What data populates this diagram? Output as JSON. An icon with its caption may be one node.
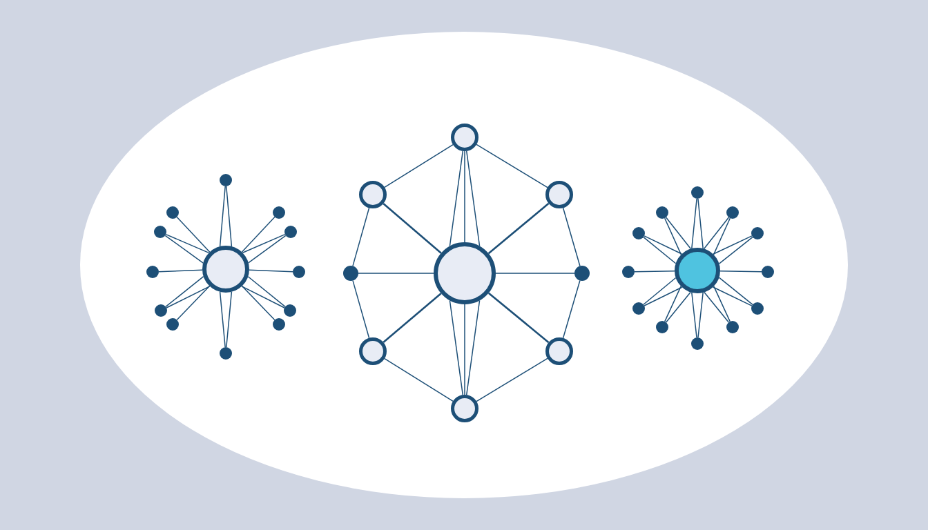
{
  "diagram": {
    "nodes": [
      {
        "text": [],
        "shape": "circle"
      },
      {
        "text": [],
        "shape": "circle"
      },
      {
        "text": [],
        "shape": "circle"
      },
      {
        "text": [],
        "shape": "circle"
      },
      {
        "text": [],
        "shape": "circle"
      },
      {
        "text": [],
        "shape": "circle"
      },
      {
        "text": [],
        "shape": "circle"
      },
      {
        "text": [],
        "shape": "circle"
      },
      {
        "text": [],
        "shape": "circle"
      },
      {
        "text": [],
        "shape": "circle"
      },
      {
        "text": [],
        "shape": "circle"
      },
      {
        "text": [],
        "shape": "circle"
      },
      {
        "text": [],
        "shape": "circle"
      },
      {
        "text": [],
        "shape": "circle"
      },
      {
        "text": [],
        "shape": "circle"
      },
      {
        "text": [],
        "shape": "circle"
      },
      {
        "text": [],
        "shape": "circle"
      },
      {
        "text": [],
        "shape": "circle"
      },
      {
        "text": [],
        "shape": "circle"
      },
      {
        "text": [],
        "shape": "circle"
      },
      {
        "text": [],
        "shape": "circle"
      },
      {
        "text": [],
        "shape": "circle"
      },
      {
        "text": [],
        "shape": "circle"
      },
      {
        "text": [],
        "shape": "circle"
      },
      {
        "text": [],
        "shape": "circle"
      },
      {
        "text": [],
        "shape": "circle"
      },
      {
        "text": [],
        "shape": "circle"
      },
      {
        "text": [],
        "shape": "circle"
      },
      {
        "text": [],
        "shape": "circle"
      },
      {
        "text": [],
        "shape": "circle"
      },
      {
        "text": [],
        "shape": "circle"
      },
      {
        "text": [],
        "shape": "circle"
      },
      {
        "text": [],
        "shape": "circle"
      },
      {
        "text": [],
        "shape": "circle"
      },
      {
        "text": [],
        "shape": "circle"
      }
    ],
    "edges": [
      {
        "from": 0,
        "to": 1,
        "arrow": "none"
      },
      {
        "from": 0,
        "to": 1,
        "arrow": "none"
      },
      {
        "from": 0,
        "to": 2,
        "arrow": "none"
      },
      {
        "from": 0,
        "to": 3,
        "arrow": "none"
      },
      {
        "from": 0,
        "to": 4,
        "arrow": "none"
      },
      {
        "from": 0,
        "to": 4,
        "arrow": "none"
      },
      {
        "from": 0,
        "to": 5,
        "arrow": "none"
      },
      {
        "from": 0,
        "to": 5,
        "arrow": "none"
      },
      {
        "from": 0,
        "to": 6,
        "arrow": "none"
      },
      {
        "from": 0,
        "to": 7,
        "arrow": "none"
      },
      {
        "from": 0,
        "to": 8,
        "arrow": "none"
      },
      {
        "from": 0,
        "to": 8,
        "arrow": "none"
      },
      {
        "from": 0,
        "to": 9,
        "arrow": "none"
      },
      {
        "from": 0,
        "to": 9,
        "arrow": "none"
      },
      {
        "from": 0,
        "to": 10,
        "arrow": "none"
      },
      {
        "from": 0,
        "to": 11,
        "arrow": "none"
      },
      {
        "from": 0,
        "to": 12,
        "arrow": "none"
      },
      {
        "from": 0,
        "to": 12,
        "arrow": "none"
      },
      {
        "from": 13,
        "to": 14,
        "arrow": "none"
      },
      {
        "from": 13,
        "to": 14,
        "arrow": "none"
      },
      {
        "from": 13,
        "to": 14,
        "arrow": "none"
      },
      {
        "from": 13,
        "to": 15,
        "arrow": "none"
      },
      {
        "from": 13,
        "to": 16,
        "arrow": "none"
      },
      {
        "from": 13,
        "to": 17,
        "arrow": "none"
      },
      {
        "from": 13,
        "to": 18,
        "arrow": "none"
      },
      {
        "from": 13,
        "to": 19,
        "arrow": "none"
      },
      {
        "from": 13,
        "to": 20,
        "arrow": "none"
      },
      {
        "from": 13,
        "to": 21,
        "arrow": "none"
      },
      {
        "from": 13,
        "to": 21,
        "arrow": "none"
      },
      {
        "from": 13,
        "to": 21,
        "arrow": "none"
      },
      {
        "from": 14,
        "to": 15,
        "arrow": "none"
      },
      {
        "from": 15,
        "to": 17,
        "arrow": "none"
      },
      {
        "from": 17,
        "to": 19,
        "arrow": "none"
      },
      {
        "from": 19,
        "to": 21,
        "arrow": "none"
      },
      {
        "from": 21,
        "to": 20,
        "arrow": "none"
      },
      {
        "from": 20,
        "to": 18,
        "arrow": "none"
      },
      {
        "from": 18,
        "to": 16,
        "arrow": "none"
      },
      {
        "from": 16,
        "to": 14,
        "arrow": "none"
      },
      {
        "from": 22,
        "to": 23,
        "arrow": "none"
      },
      {
        "from": 22,
        "to": 23,
        "arrow": "none"
      },
      {
        "from": 22,
        "to": 24,
        "arrow": "none"
      },
      {
        "from": 22,
        "to": 24,
        "arrow": "none"
      },
      {
        "from": 22,
        "to": 25,
        "arrow": "none"
      },
      {
        "from": 22,
        "to": 25,
        "arrow": "none"
      },
      {
        "from": 22,
        "to": 26,
        "arrow": "none"
      },
      {
        "from": 22,
        "to": 26,
        "arrow": "none"
      },
      {
        "from": 22,
        "to": 27,
        "arrow": "none"
      },
      {
        "from": 22,
        "to": 27,
        "arrow": "none"
      },
      {
        "from": 22,
        "to": 28,
        "arrow": "none"
      },
      {
        "from": 22,
        "to": 29,
        "arrow": "none"
      },
      {
        "from": 22,
        "to": 30,
        "arrow": "none"
      },
      {
        "from": 22,
        "to": 30,
        "arrow": "none"
      },
      {
        "from": 22,
        "to": 31,
        "arrow": "none"
      },
      {
        "from": 22,
        "to": 31,
        "arrow": "none"
      },
      {
        "from": 22,
        "to": 32,
        "arrow": "none"
      },
      {
        "from": 22,
        "to": 32,
        "arrow": "none"
      },
      {
        "from": 22,
        "to": 33,
        "arrow": "none"
      },
      {
        "from": 22,
        "to": 33,
        "arrow": "none"
      },
      {
        "from": 22,
        "to": 34,
        "arrow": "none"
      },
      {
        "from": 22,
        "to": 34,
        "arrow": "none"
      }
    ]
  }
}
